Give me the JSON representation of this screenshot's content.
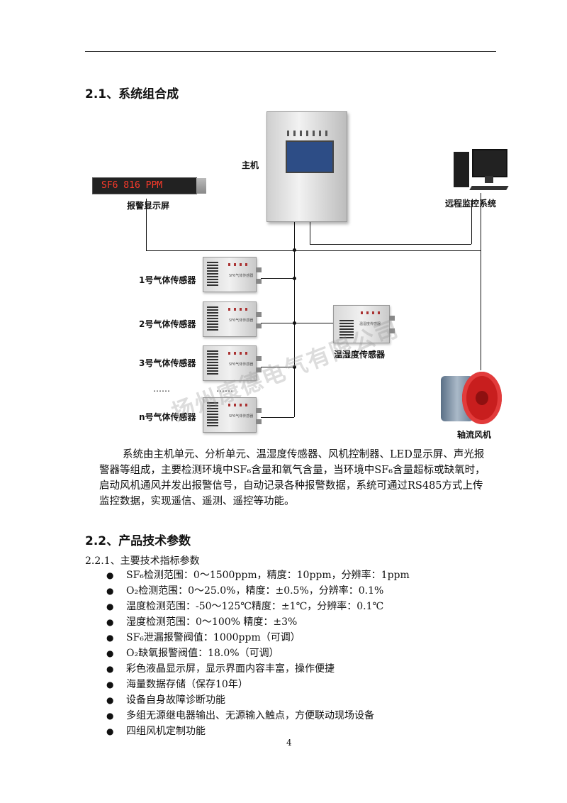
{
  "section_title": "2.1、系统组合成",
  "diagram": {
    "host_label": "主机",
    "led_display_label": "报警显示屏",
    "led_display_text": "SF6 816 PPM",
    "remote_label": "远程监控系统",
    "sensor_labels": [
      "1号气体传感器",
      "2号气体传感器",
      "3号气体传感器",
      "n号气体传感器"
    ],
    "ellipsis_left": "……",
    "ellipsis_right": "……",
    "humidity_sensor_label": "温湿度传感器",
    "fan_label": "轴流风机",
    "sensor_tag": "SF6气体传感器",
    "humidity_tag": "温湿度传感器"
  },
  "watermark": "扬州康德电气有限公司",
  "description": "系统由主机单元、分析单元、温湿度传感器、风机控制器、LED显示屏、声光报警器等组成，主要检测环境中SF₆含量和氧气含量，当环境中SF₆含量超标或缺氧时，启动风机通风并发出报警信号，自动记录各种报警数据，系统可通过RS485方式上传监控数据，实现遥信、遥测、遥控等功能。",
  "section2_title": "2.2、产品技术参数",
  "subsection_title": "2.2.1、主要技术指标参数",
  "specs": [
    "SF₆检测范围：0～1500ppm，精度：10ppm，分辨率：1ppm",
    "O₂检测范围：0～25.0%，精度：±0.5%，分辨率：0.1%",
    "温度检测范围：-50～125℃精度：±1℃，分辨率：0.1℃",
    "湿度检测范围：0～100%  精度：±3%",
    "SF₆泄漏报警阀值：1000ppm（可调）",
    "O₂缺氧报警阀值：18.0%（可调）",
    "彩色液晶显示屏，显示界面内容丰富，操作便捷",
    "海量数据存储（保存10年）",
    "设备自身故障诊断功能",
    "多组无源继电器输出、无源输入触点，方便联动现场设备",
    "四组风机定制功能"
  ],
  "page_number": "4"
}
